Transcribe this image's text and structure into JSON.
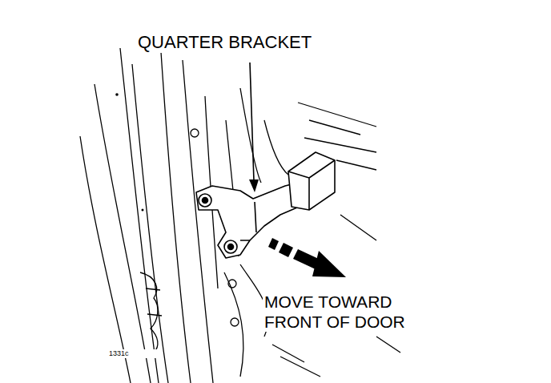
{
  "diagram": {
    "labels": [
      "QUARTER BRACKET",
      "MOVE TOWARD FRONT OF DOOR",
      "1331c"
    ]
  }
}
